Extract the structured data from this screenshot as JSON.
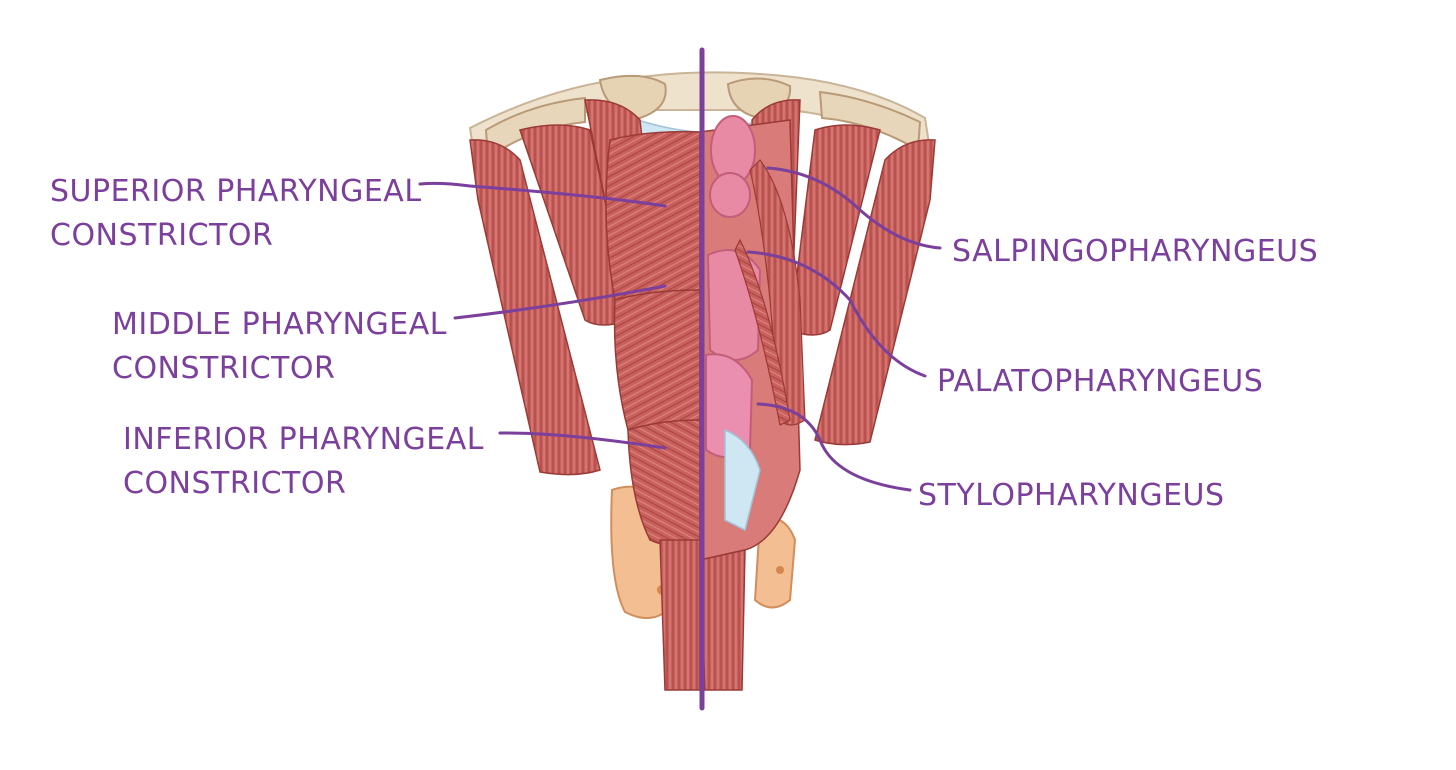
{
  "colors": {
    "label": "#7b3f9c",
    "leader_line": "#7b3f9c",
    "midline": "#7b3f9c",
    "muscle": "#c8615e",
    "muscle_dark": "#a9433f",
    "muscle_light": "#e5908b",
    "mucosa": "#e98aa4",
    "gland": "#f3bf92",
    "bone": "#efe2cc",
    "membrane": "#cfe6f3"
  },
  "diagram": {
    "subject": "pharyngeal-muscles-posterior-view",
    "labels_left": [
      {
        "key": "superior",
        "line1": "SUPERIOR PHARYNGEAL",
        "line2": "CONSTRICTOR"
      },
      {
        "key": "middle",
        "line1": "MIDDLE PHARYNGEAL",
        "line2": "CONSTRICTOR"
      },
      {
        "key": "inferior",
        "line1": "INFERIOR PHARYNGEAL",
        "line2": "CONSTRICTOR"
      }
    ],
    "labels_right": [
      {
        "key": "salpingo",
        "text": "SALPINGOPHARYNGEUS"
      },
      {
        "key": "palato",
        "text": "PALATOPHARYNGEUS"
      },
      {
        "key": "stylo",
        "text": "STYLOPHARYNGEUS"
      }
    ]
  }
}
